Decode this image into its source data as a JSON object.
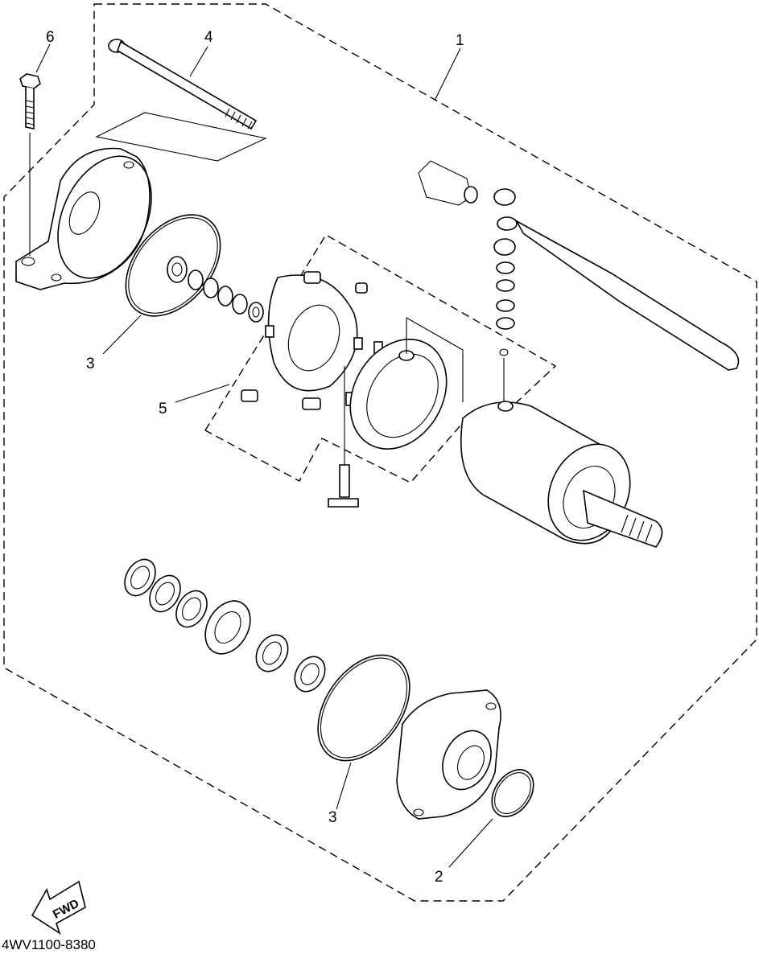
{
  "callouts": {
    "c1": "1",
    "c2": "2",
    "c3a": "3",
    "c3b": "3",
    "c4": "4",
    "c5": "5",
    "c6": "6"
  },
  "fwd_label": "FWD",
  "drawing_code": "4WV1100-8380"
}
